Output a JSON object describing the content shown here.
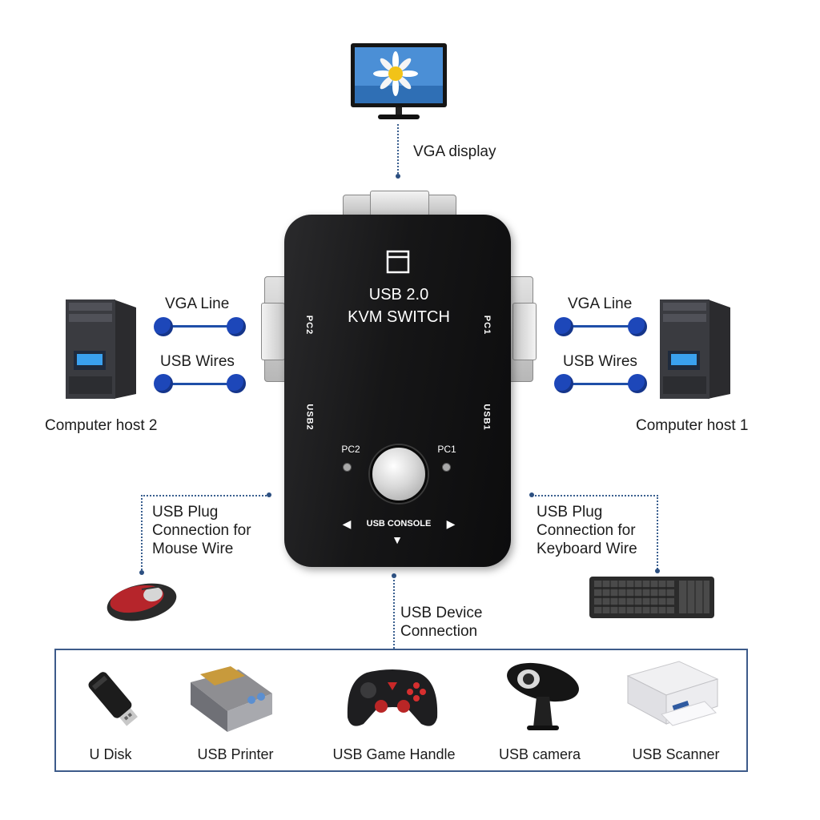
{
  "monitor": {
    "label": "VGA display"
  },
  "kvm": {
    "title_line1": "USB 2.0",
    "title_line2": "KVM SWITCH",
    "port_pc2": "PC2",
    "port_pc1": "PC1",
    "port_usb2": "USB2",
    "port_usb1": "USB1",
    "led_pc2": "PC2",
    "led_pc1": "PC1",
    "console_label": "USB CONSOLE"
  },
  "left_host": {
    "vga_label": "VGA Line",
    "usb_label": "USB Wires",
    "name": "Computer host 2"
  },
  "right_host": {
    "vga_label": "VGA Line",
    "usb_label": "USB Wires",
    "name": "Computer host 1"
  },
  "mouse": {
    "label": "USB Plug\nConnection for\nMouse Wire"
  },
  "keyboard": {
    "label": "USB Plug\nConnection for\nKeyboard Wire"
  },
  "usb_device": {
    "label": "USB Device\nConnection"
  },
  "devices": [
    {
      "label": "U Disk",
      "icon": "usb-flash-drive-icon"
    },
    {
      "label": "USB Printer",
      "icon": "printer-icon"
    },
    {
      "label": "USB Game Handle",
      "icon": "gamepad-icon"
    },
    {
      "label": "USB camera",
      "icon": "webcam-icon"
    },
    {
      "label": "USB Scanner",
      "icon": "scanner-icon"
    }
  ]
}
